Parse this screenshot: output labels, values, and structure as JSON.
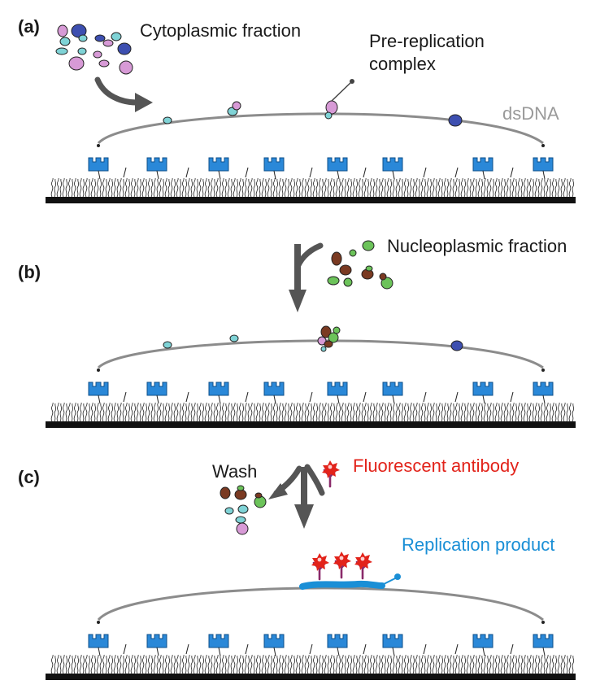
{
  "panels": [
    {
      "letter": "(a)"
    },
    {
      "letter": "(b)"
    },
    {
      "letter": "(c)"
    }
  ],
  "labels": {
    "cytoplasmic": "Cytoplasmic fraction",
    "prerep_line1": "Pre-replication",
    "prerep_line2": "complex",
    "dsdna": "dsDNA",
    "nucleoplasmic": "Nucleoplasmic fraction",
    "wash": "Wash",
    "antibody": "Fluorescent antibody",
    "product": "Replication product"
  },
  "colors": {
    "text": "#1a1a1a",
    "dsdna_label": "#9a9a9a",
    "dna_strand": "#8c8c8c",
    "antibody_label": "#e2231a",
    "product": "#1a8fd6",
    "surface": "#111111",
    "anchor_protein": "#2a88d8",
    "arrow": "#555555",
    "cyan_protein": "#7fd3d6",
    "pink_protein": "#d79ad6",
    "blue_protein": "#3d4fb0",
    "green_protein": "#6cc35a",
    "brown_protein": "#7a3a22"
  },
  "icons": [
    "arrow-icon",
    "antibody-icon",
    "protein-icon",
    "anchor-protein-icon"
  ]
}
